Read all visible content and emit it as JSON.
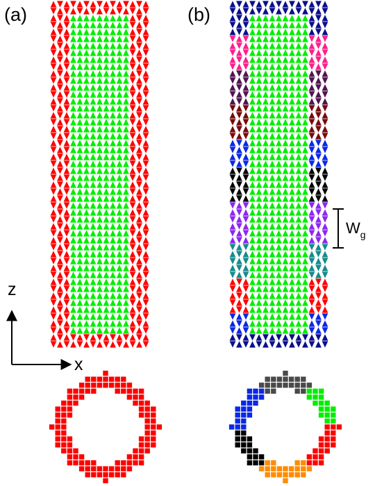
{
  "panels": [
    {
      "id": "a",
      "label": "(a)"
    },
    {
      "id": "b",
      "label": "(b)"
    }
  ],
  "axes": {
    "vertical": "z",
    "horizontal": "x"
  },
  "annotation": {
    "symbol": "W",
    "subscript": "g"
  },
  "colors": {
    "core": "#00ee00",
    "shell_a": "#ff0000",
    "navy": "#0a0f8c",
    "magenta": "#ff1e8c",
    "dark_purple": "#501450",
    "maroon": "#780a0a",
    "blue": "#0a28e6",
    "black": "#000000",
    "violet": "#8c28f0",
    "teal": "#148c8c",
    "red": "#ff0000",
    "ring_red": "#ff0000",
    "ring_dark_gray": "#4a4a4a",
    "ring_green": "#00ee00",
    "ring_orange": "#ff8c00",
    "ring_blue": "#0a28e6",
    "ring_black": "#000000"
  },
  "panel_b_bands": [
    {
      "name": "navy",
      "color": "#0a0f8c"
    },
    {
      "name": "magenta",
      "color": "#ff1e8c"
    },
    {
      "name": "dark-purple",
      "color": "#501450"
    },
    {
      "name": "maroon",
      "color": "#780a0a"
    },
    {
      "name": "blue",
      "color": "#0a28e6"
    },
    {
      "name": "black",
      "color": "#000000"
    },
    {
      "name": "violet",
      "color": "#8c28f0"
    },
    {
      "name": "teal",
      "color": "#148c8c"
    },
    {
      "name": "red",
      "color": "#ff0000"
    },
    {
      "name": "blue",
      "color": "#0a28e6"
    },
    {
      "name": "navy",
      "color": "#0a0f8c"
    }
  ],
  "ring_b_sectors": [
    "ring_dark_gray",
    "ring_green",
    "ring_red",
    "ring_orange",
    "ring_black",
    "ring_blue"
  ]
}
